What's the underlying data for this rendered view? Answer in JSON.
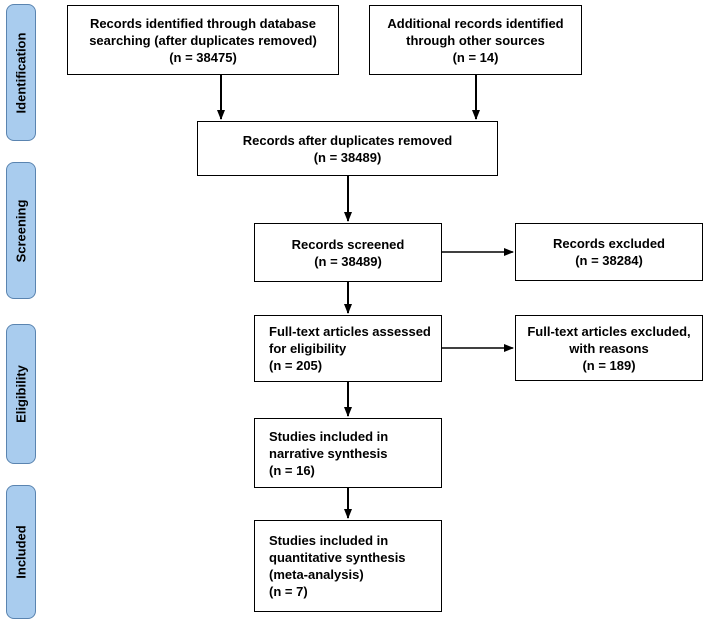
{
  "stages": {
    "identification": "Identification",
    "screening": "Screening",
    "eligibility": "Eligibility",
    "included": "Included"
  },
  "boxes": {
    "db_search": "Records identified through database\nsearching (after duplicates removed)\n(n = 38475)",
    "other_sources": "Additional records identified\nthrough other sources\n(n = 14)",
    "after_duplicates": "Records after duplicates removed\n(n = 38489)",
    "screened": "Records screened\n(n = 38489)",
    "excluded": "Records excluded\n(n = 38284)",
    "fulltext_assessed": "Full-text articles assessed\nfor eligibility\n(n = 205)",
    "fulltext_excluded": "Full-text articles excluded,\nwith reasons\n(n = 189)",
    "narrative": "Studies included in\nnarrative synthesis\n(n = 16)",
    "quantitative": "Studies included in\nquantitative synthesis\n(meta-analysis)\n(n = 7)"
  },
  "colors": {
    "stage_fill": "#a9ccee",
    "stage_border": "#5a84b0",
    "box_border": "#000000"
  }
}
